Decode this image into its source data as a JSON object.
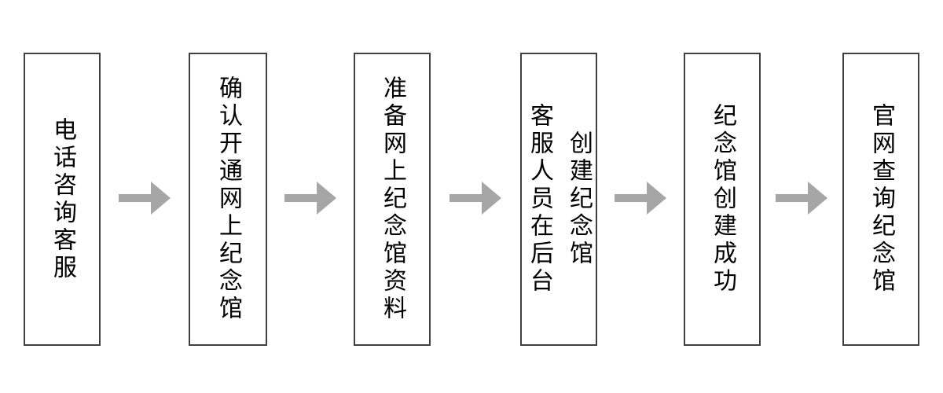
{
  "flowchart": {
    "title": "",
    "steps": [
      {
        "text": "电话咨询客服"
      },
      {
        "text": "确认开通网上纪念馆"
      },
      {
        "text": "准备网上纪念馆资料"
      },
      {
        "text": "客服人员在后台\n创建纪念馆"
      },
      {
        "text": "纪念馆创建成功"
      },
      {
        "text": "官网查询纪念馆"
      }
    ],
    "arrow_count": 5,
    "colors": {
      "box_border": "#404040",
      "arrow_fill": "#a6a6a6",
      "text": "#000000",
      "background": "#ffffff"
    }
  }
}
